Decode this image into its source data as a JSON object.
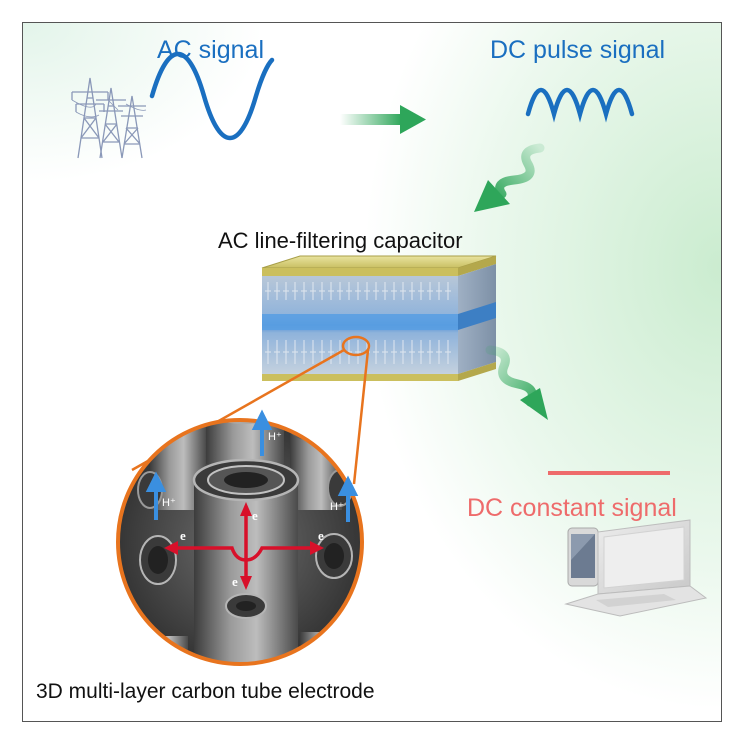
{
  "labels": {
    "ac_signal": "AC signal",
    "dc_pulse_signal": "DC pulse signal",
    "capacitor": "AC line-filtering capacitor",
    "dc_constant_signal": "DC constant signal",
    "electrode": "3D multi-layer carbon tube electrode"
  },
  "electron_label": "e",
  "proton_label": "H⁺",
  "colors": {
    "signal_blue": "#1a6fc0",
    "arrow_green": "#2ea65a",
    "dc_red": "#ee6b6b",
    "zoom_orange": "#e8741e",
    "electron_red": "#d8102a",
    "proton_blue": "#3a8fe0"
  },
  "icons": [
    "power-tower-icon",
    "phone-icon",
    "laptop-icon"
  ]
}
